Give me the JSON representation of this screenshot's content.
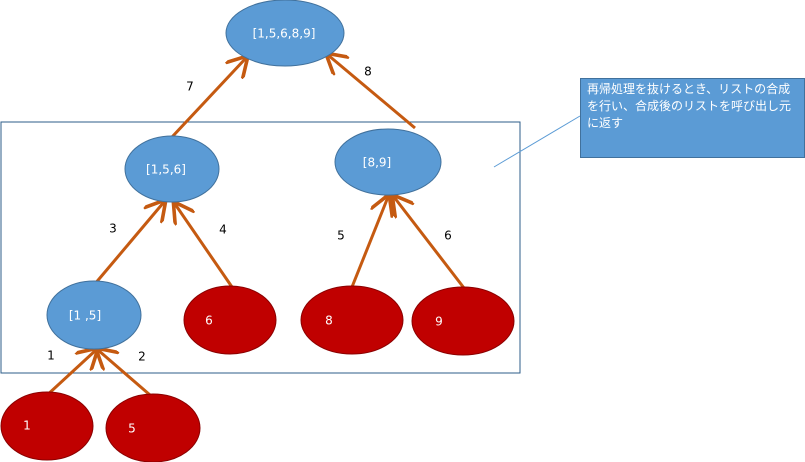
{
  "colors": {
    "blue_node": "#5b9bd5",
    "blue_border": "#41719c",
    "red_node": "#c00000",
    "red_border": "#8b0000",
    "arrow": "#c55a11",
    "frame": "#2e5d8a",
    "callout_line": "#5b9bd5"
  },
  "nodes": {
    "root": "[1,5,6,8,9]",
    "left_mid": "[1,5,6]",
    "right_mid": "[8,9]",
    "left_low": "[1 ,5]",
    "leaf_6": "6",
    "leaf_8": "8",
    "leaf_9": "9",
    "leaf_1": "1",
    "leaf_5": "5"
  },
  "edge_labels": {
    "e1": "1",
    "e2": "2",
    "e3": "3",
    "e4": "4",
    "e5": "5",
    "e6": "6",
    "e7": "7",
    "e8": "8"
  },
  "callout": {
    "text": "再帰処理を抜けるとき、リストの合成を行い、合成後のリストを呼び出し元に返す"
  }
}
